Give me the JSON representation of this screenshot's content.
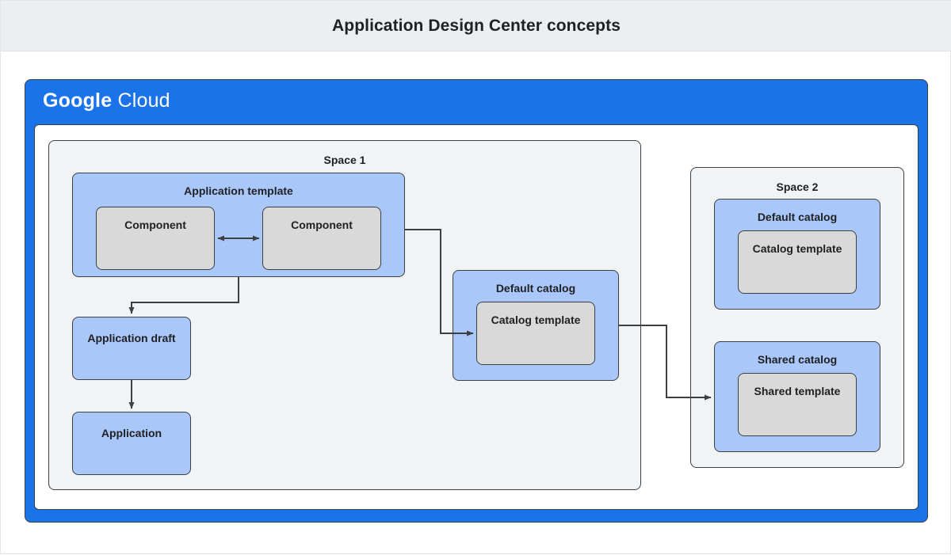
{
  "header": {
    "title": "Application Design Center concepts"
  },
  "cloud": {
    "logo_primary": "Google",
    "logo_secondary": "Cloud"
  },
  "spaces": [
    {
      "id": "space-1",
      "label": "Space 1",
      "nodes": {
        "application_template": "Application template",
        "component_1": "Component",
        "component_2": "Component",
        "application_draft": "Application draft",
        "application": "Application",
        "default_catalog": "Default catalog",
        "catalog_template": "Catalog template"
      }
    },
    {
      "id": "space-2",
      "label": "Space 2",
      "nodes": {
        "default_catalog": "Default catalog",
        "catalog_template": "Catalog template",
        "shared_catalog": "Shared catalog",
        "shared_template": "Shared template"
      }
    }
  ],
  "colors": {
    "header_bg": "#eceff1",
    "cloud_blue": "#1a73e8",
    "node_blue": "#aac7fa",
    "node_grey": "#d9d9d9",
    "group_grey": "#f1f3f4",
    "stroke": "#3c4043",
    "text": "#202124"
  },
  "connectors": [
    {
      "name": "component-1-to-component-2",
      "from": "component_1",
      "to": "component_2",
      "arrows": "both"
    },
    {
      "name": "application-template-to-application-draft",
      "from": "application_template",
      "to": "application_draft",
      "arrows": "end"
    },
    {
      "name": "application-draft-to-application",
      "from": "application_draft",
      "to": "application",
      "arrows": "end"
    },
    {
      "name": "application-template-to-catalog-template",
      "from": "application_template",
      "to": "space1_catalog_template",
      "arrows": "end"
    },
    {
      "name": "default-catalog-to-shared-catalog",
      "from": "space1_default_catalog",
      "to": "space2_shared_template",
      "arrows": "end"
    }
  ]
}
